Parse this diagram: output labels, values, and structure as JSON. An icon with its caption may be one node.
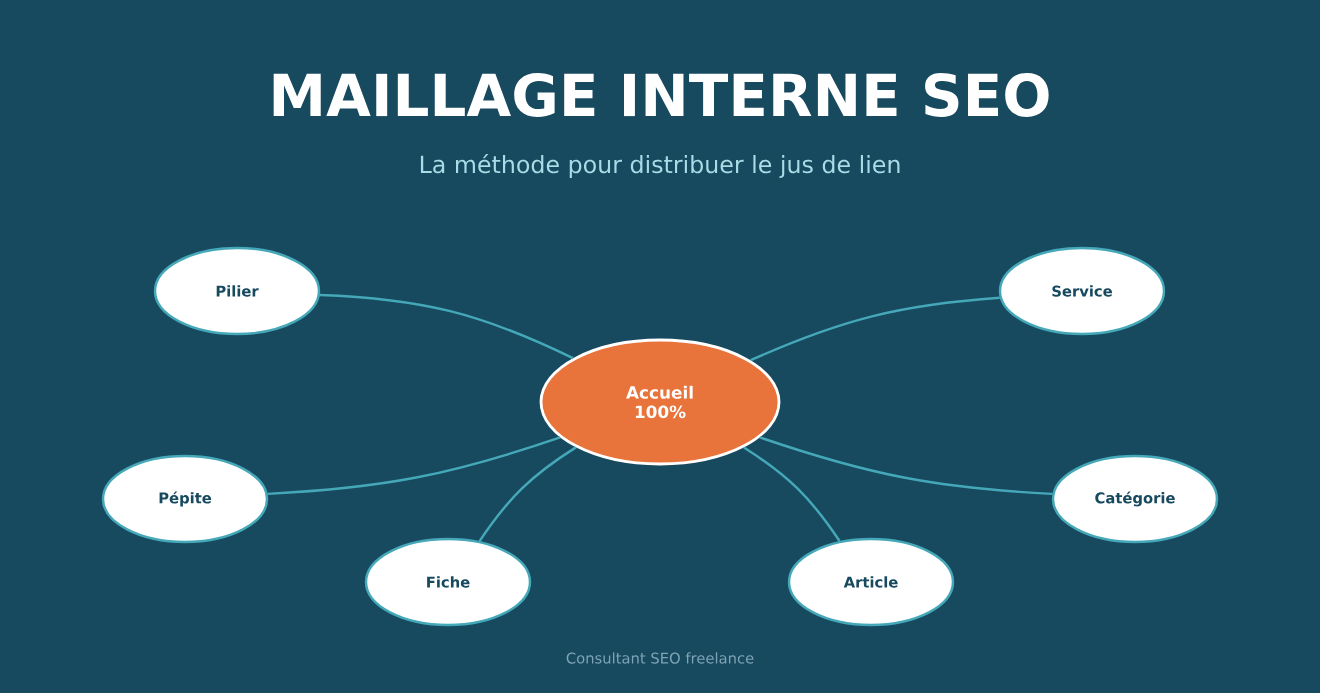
{
  "diagram": {
    "title": "MAILLAGE INTERNE SEO",
    "caption": "La méthode pour distribuer le jus de lien",
    "nodes": [
      {
        "text": [
          "Pilier"
        ]
      },
      {
        "text": [
          "Service"
        ]
      },
      {
        "text": [
          "Accueil 100%"
        ]
      },
      {
        "text": [
          "Pépite"
        ]
      },
      {
        "text": [
          "Catégorie"
        ]
      },
      {
        "text": [
          "Fiche"
        ]
      },
      {
        "text": [
          "Article"
        ]
      }
    ],
    "edges": [
      {
        "from": 2,
        "to": 0,
        "arrow": "none"
      },
      {
        "from": 2,
        "to": 1,
        "arrow": "none"
      },
      {
        "from": 2,
        "to": 3,
        "arrow": "none"
      },
      {
        "from": 2,
        "to": 4,
        "arrow": "none"
      },
      {
        "from": 2,
        "to": 5,
        "arrow": "none"
      },
      {
        "from": 2,
        "to": 6,
        "arrow": "none"
      }
    ],
    "labels": [
      "Consultant SEO freelance"
    ]
  }
}
